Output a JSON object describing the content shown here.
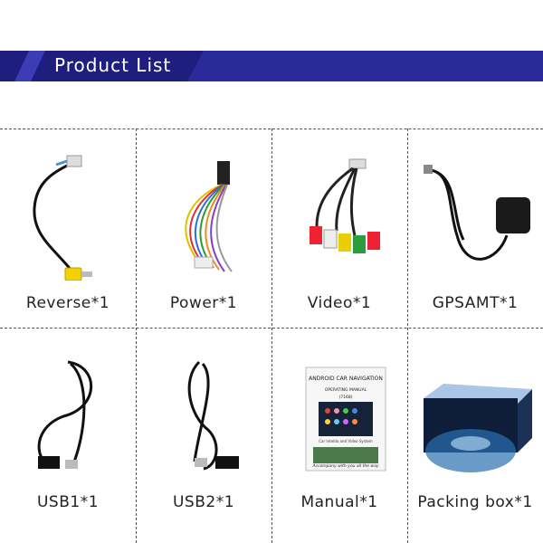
{
  "banner": {
    "title": "Product List"
  },
  "items": [
    {
      "label": "Reverse*1",
      "icon": "rca-cable-icon"
    },
    {
      "label": "Power*1",
      "icon": "wiring-harness-icon"
    },
    {
      "label": "Video*1",
      "icon": "av-cable-icon"
    },
    {
      "label": "GPSAMT*1",
      "icon": "gps-antenna-icon"
    },
    {
      "label": "USB1*1",
      "icon": "usb-cable-icon"
    },
    {
      "label": "USB2*1",
      "icon": "usb-cable-icon"
    },
    {
      "label": "Manual*1",
      "icon": "manual-booklet-icon"
    },
    {
      "label": "Packing box*1",
      "icon": "box-icon"
    }
  ],
  "manual": {
    "title": "ANDROID CAR NAVIGATION",
    "subtitle": "OPERATING MANUAL",
    "model": "(7168)",
    "caption": "Car Inteldo and Video System",
    "tagline": "Accompany with you all the way"
  },
  "colors": {
    "banner": "#2a2a9a",
    "banner_dark": "#1e1e7e"
  }
}
